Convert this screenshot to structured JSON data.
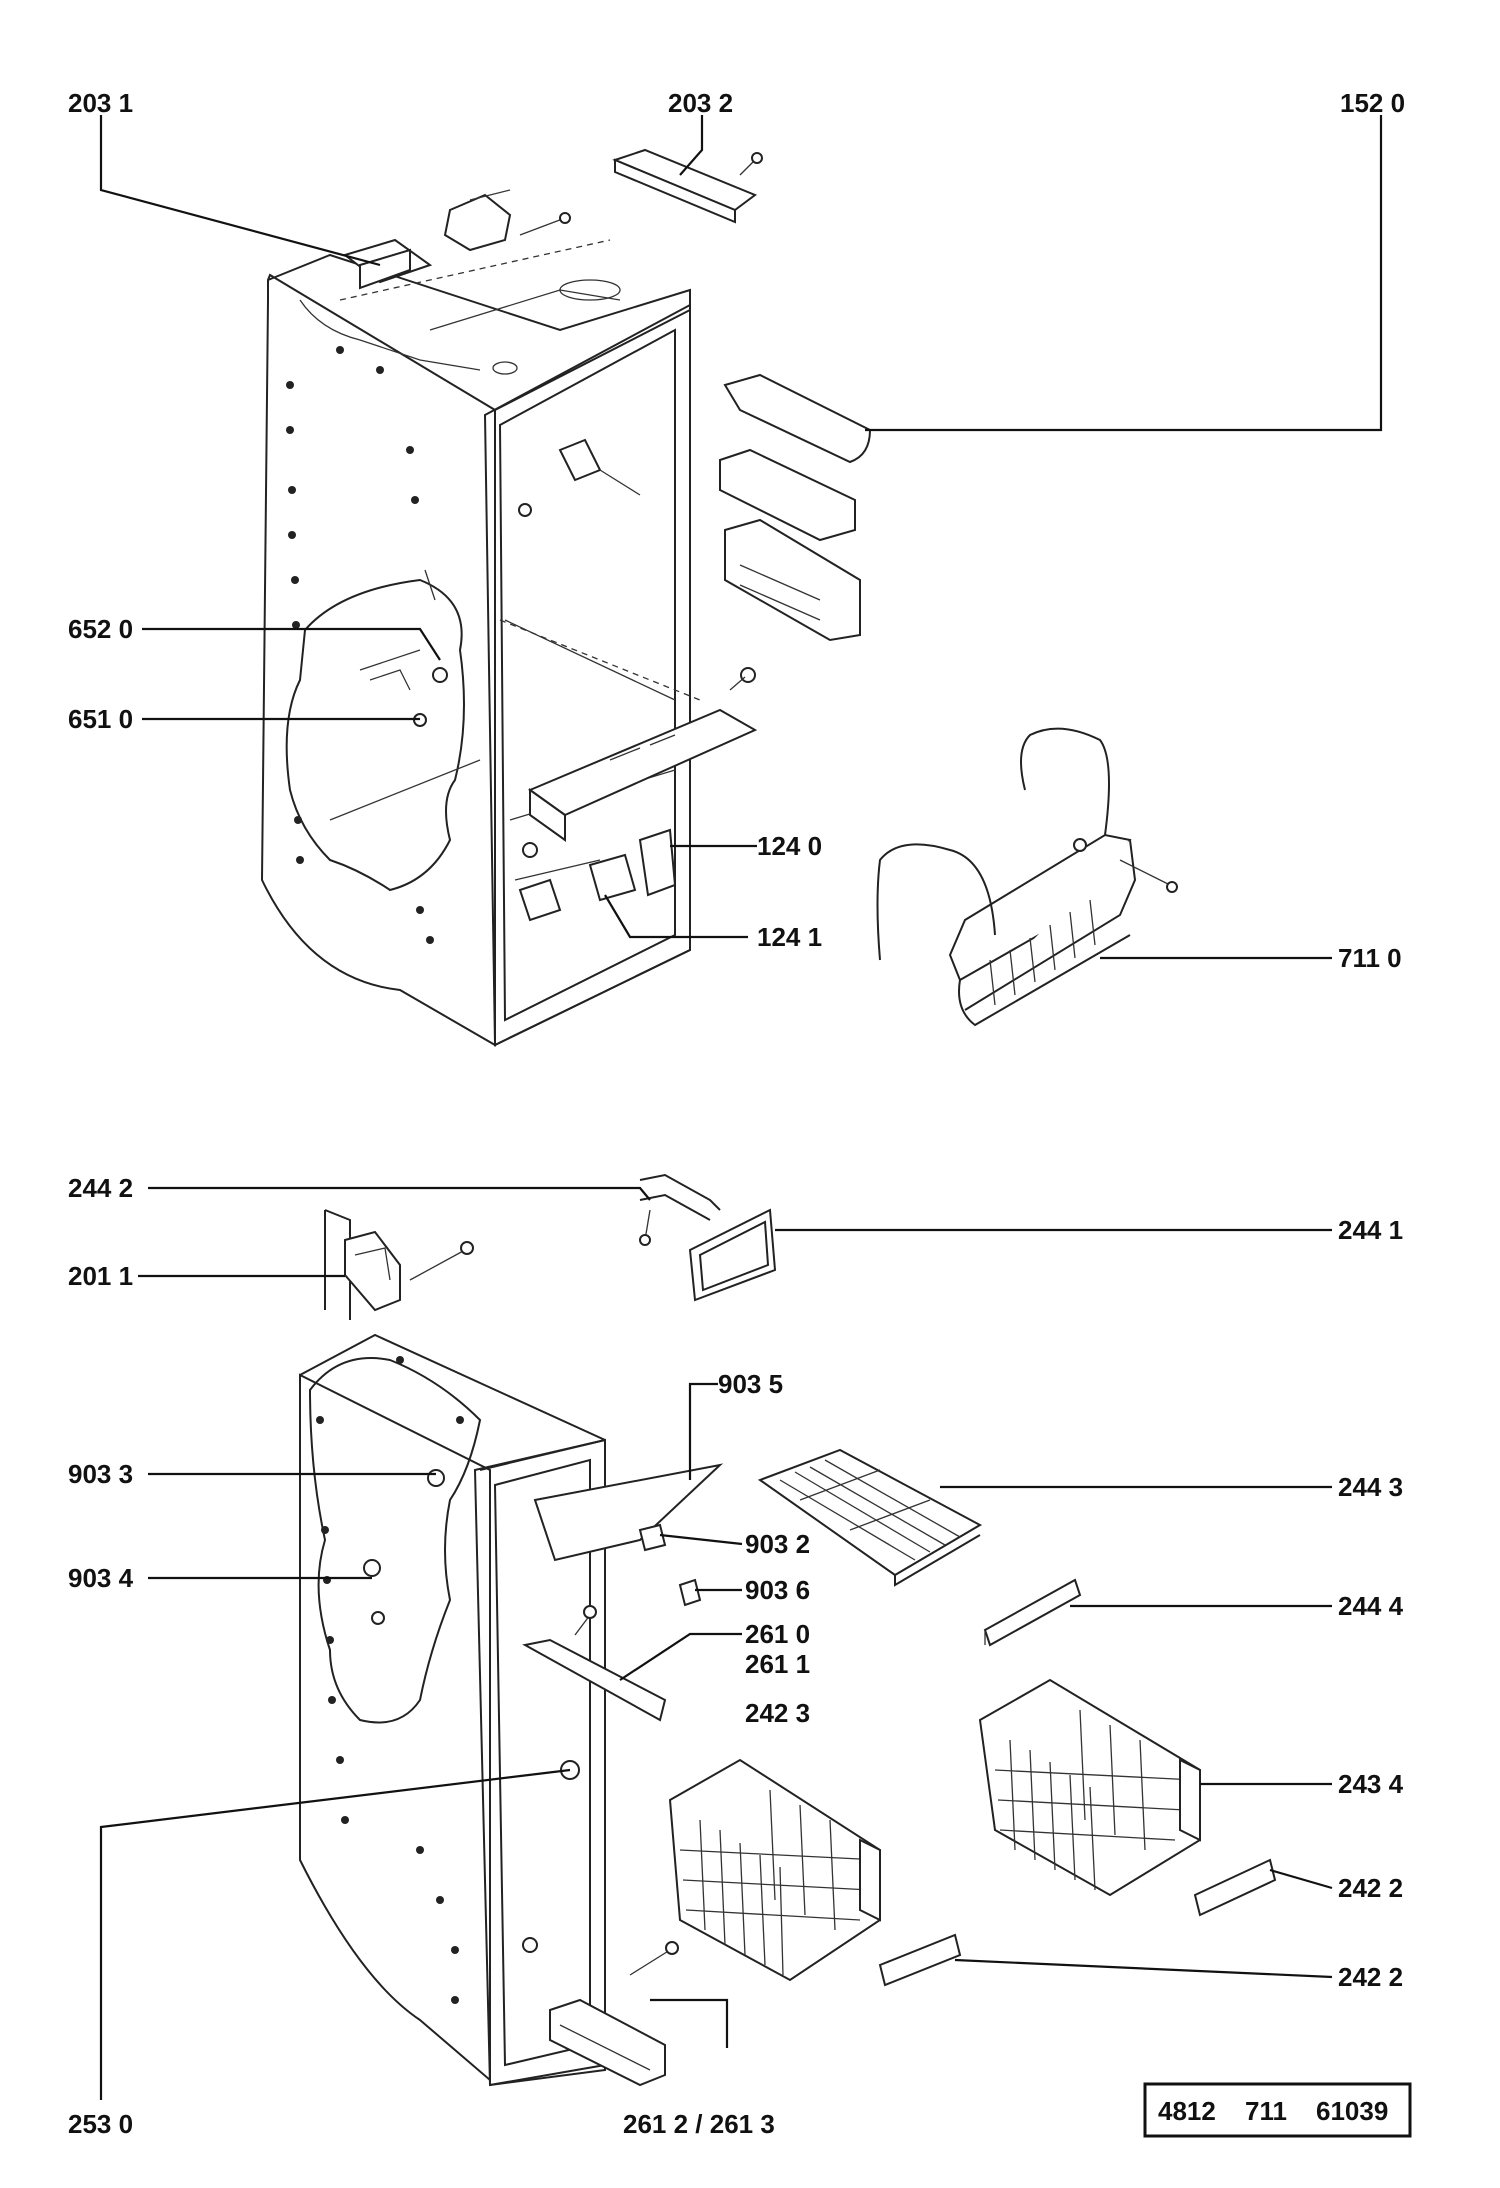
{
  "labels": {
    "l_2031": "203 1",
    "l_2032": "203 2",
    "l_1520": "152 0",
    "l_6520": "652 0",
    "l_6510": "651 0",
    "l_1240": "124 0",
    "l_1241": "124 1",
    "l_7110": "711 0",
    "l_2442": "244 2",
    "l_2441": "244 1",
    "l_2011": "201 1",
    "l_9035": "903 5",
    "l_9033": "903 3",
    "l_2443": "244 3",
    "l_9032": "903 2",
    "l_9034": "903 4",
    "l_9036": "903 6",
    "l_2444": "244 4",
    "l_2610": "261 0",
    "l_2611": "261 1",
    "l_2423": "242 3",
    "l_2434": "243 4",
    "l_2422a": "242 2",
    "l_2422b": "242 2",
    "l_2530": "253 0",
    "l_2612": "261 2 / 261 3"
  },
  "doc_number": {
    "a": "4812",
    "b": "711",
    "c": "61039"
  }
}
